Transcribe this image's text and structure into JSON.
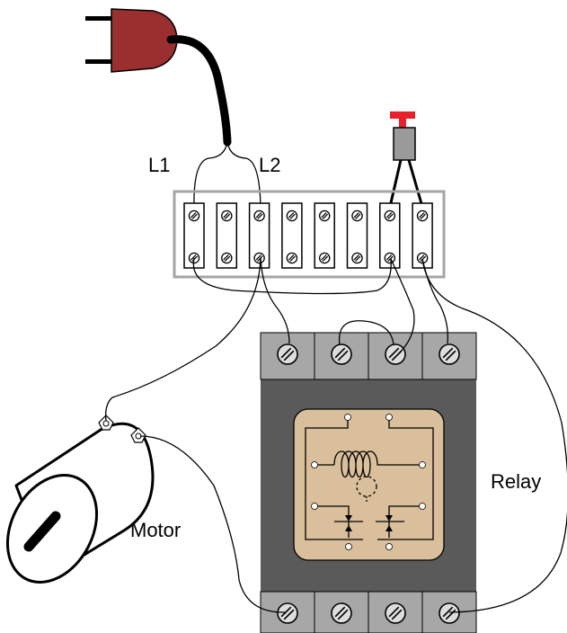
{
  "labels": {
    "l1": "L1",
    "l2": "L2",
    "motor": "Motor",
    "relay": "Relay"
  },
  "terminal_strip": {
    "terminal_count": 8
  },
  "relay_terminals": {
    "top_count": 4,
    "bottom_count": 4
  },
  "colors": {
    "plug": "#9b2e2e",
    "pushbutton": "#e8202a",
    "relay_body": "#5a5a5a",
    "relay_terminal_block": "#a7a7a7",
    "relay_window": "#d9bf9b",
    "strip_frame": "#a5a5a5"
  }
}
